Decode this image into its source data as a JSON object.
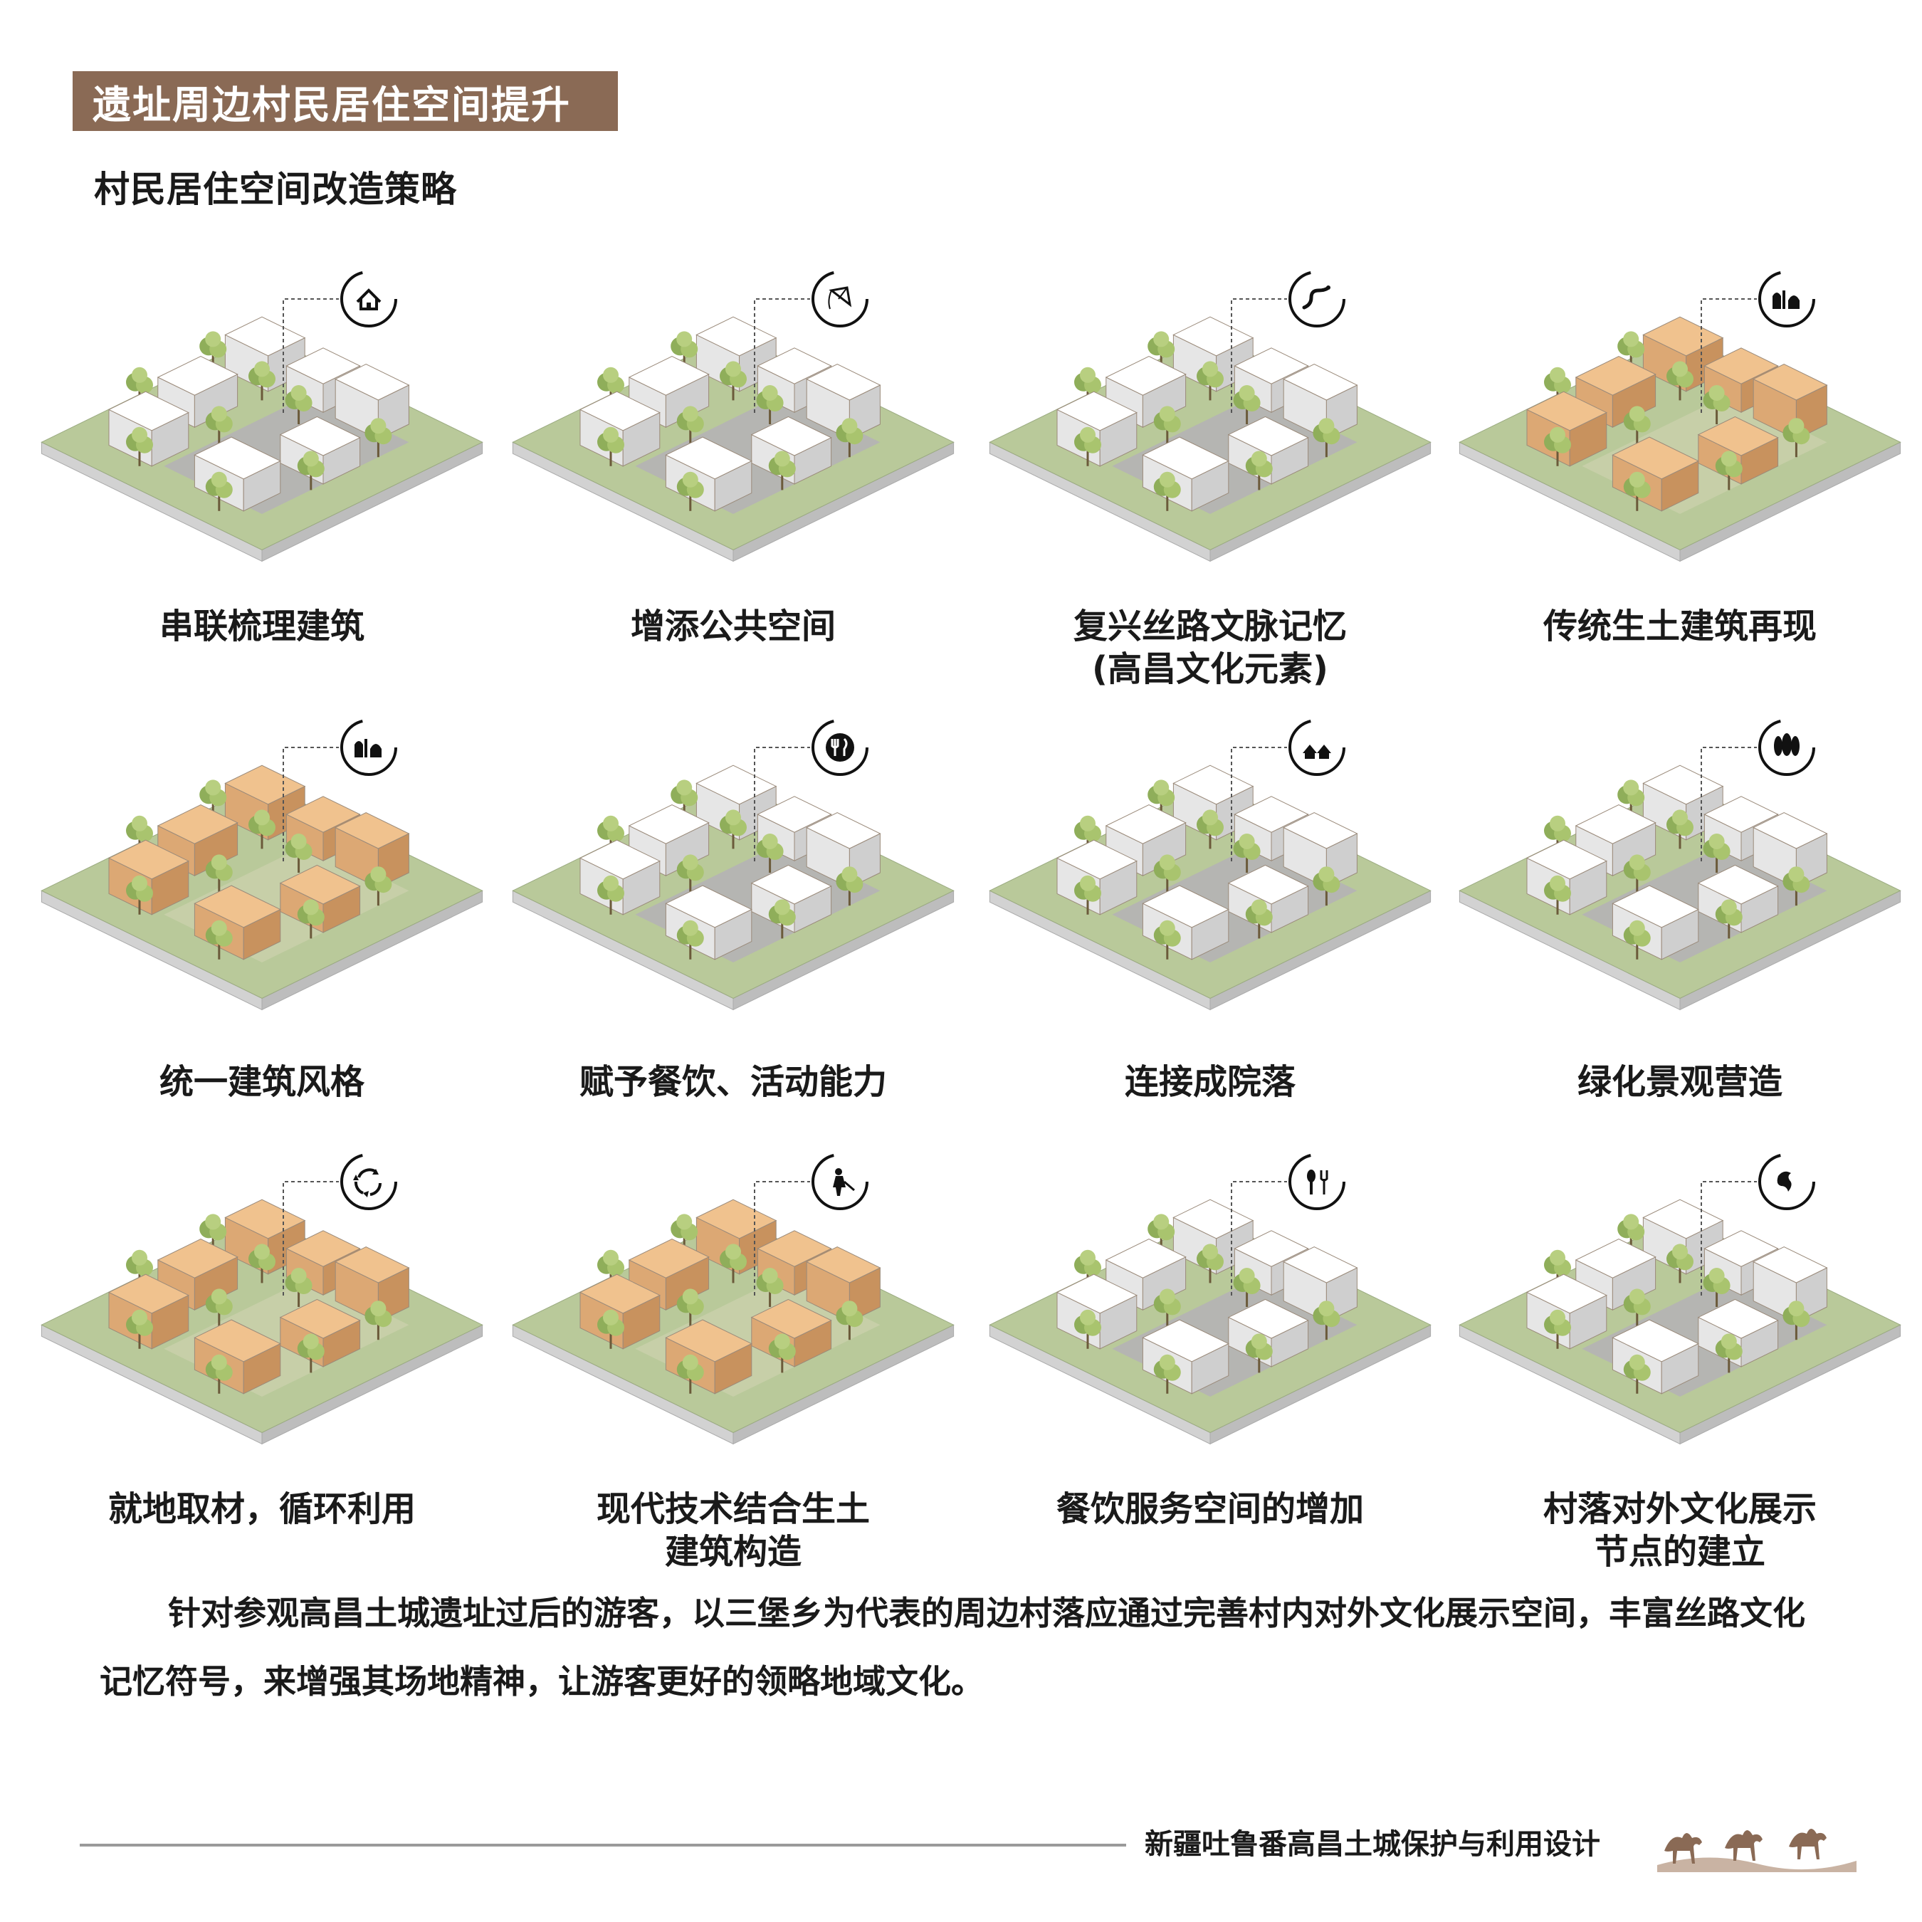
{
  "header": {
    "title": "遗址周边村民居住空间提升",
    "subtitle": "村民居住空间改造策略"
  },
  "strategies": [
    {
      "caption": "串联梳理建筑",
      "icon": "house-icon",
      "style": "white"
    },
    {
      "caption": "增添公共空间",
      "icon": "kite-icon",
      "style": "white"
    },
    {
      "caption": "复兴丝路文脉记忆\n(高昌文化元素)",
      "icon": "silk-road-icon",
      "style": "white"
    },
    {
      "caption": "传统生土建筑再现",
      "icon": "mosque-icon",
      "style": "earth"
    },
    {
      "caption": "统一建筑风格",
      "icon": "mosque-icon",
      "style": "earth"
    },
    {
      "caption": "赋予餐饮、活动能力",
      "icon": "dining-icon",
      "style": "white"
    },
    {
      "caption": "连接成院落",
      "icon": "houses-icon",
      "style": "white"
    },
    {
      "caption": "绿化景观营造",
      "icon": "trees-icon",
      "style": "white"
    },
    {
      "caption": "就地取材，循环利用",
      "icon": "recycle-icon",
      "style": "earth"
    },
    {
      "caption": "现代技术结合生土\n建筑构造",
      "icon": "worker-icon",
      "style": "earth"
    },
    {
      "caption": "餐饮服务空间的增加",
      "icon": "spoon-fork-icon",
      "style": "white"
    },
    {
      "caption": "村落对外文化展示\n节点的建立",
      "icon": "culture-icon",
      "style": "white"
    }
  ],
  "description": "针对参观高昌土城遗址过后的游客，以三堡乡为代表的周边村落应通过完善村内对外文化展示空间，丰富丝路文化记忆符号，来增强其场地精神，让游客更好的领略地域文化。",
  "footer": {
    "text": "新疆吐鲁番高昌土城保护与利用设计"
  },
  "colors": {
    "title_bg": "#8a6a55",
    "grass": "#b9c99a",
    "earth_building": "#f0c28e",
    "white_building": "#ffffff",
    "road": "#b5b5b2",
    "accent_orange": "#f08a2a",
    "accent_yellow": "#f5c400",
    "court_green": "#3f8b4a"
  }
}
